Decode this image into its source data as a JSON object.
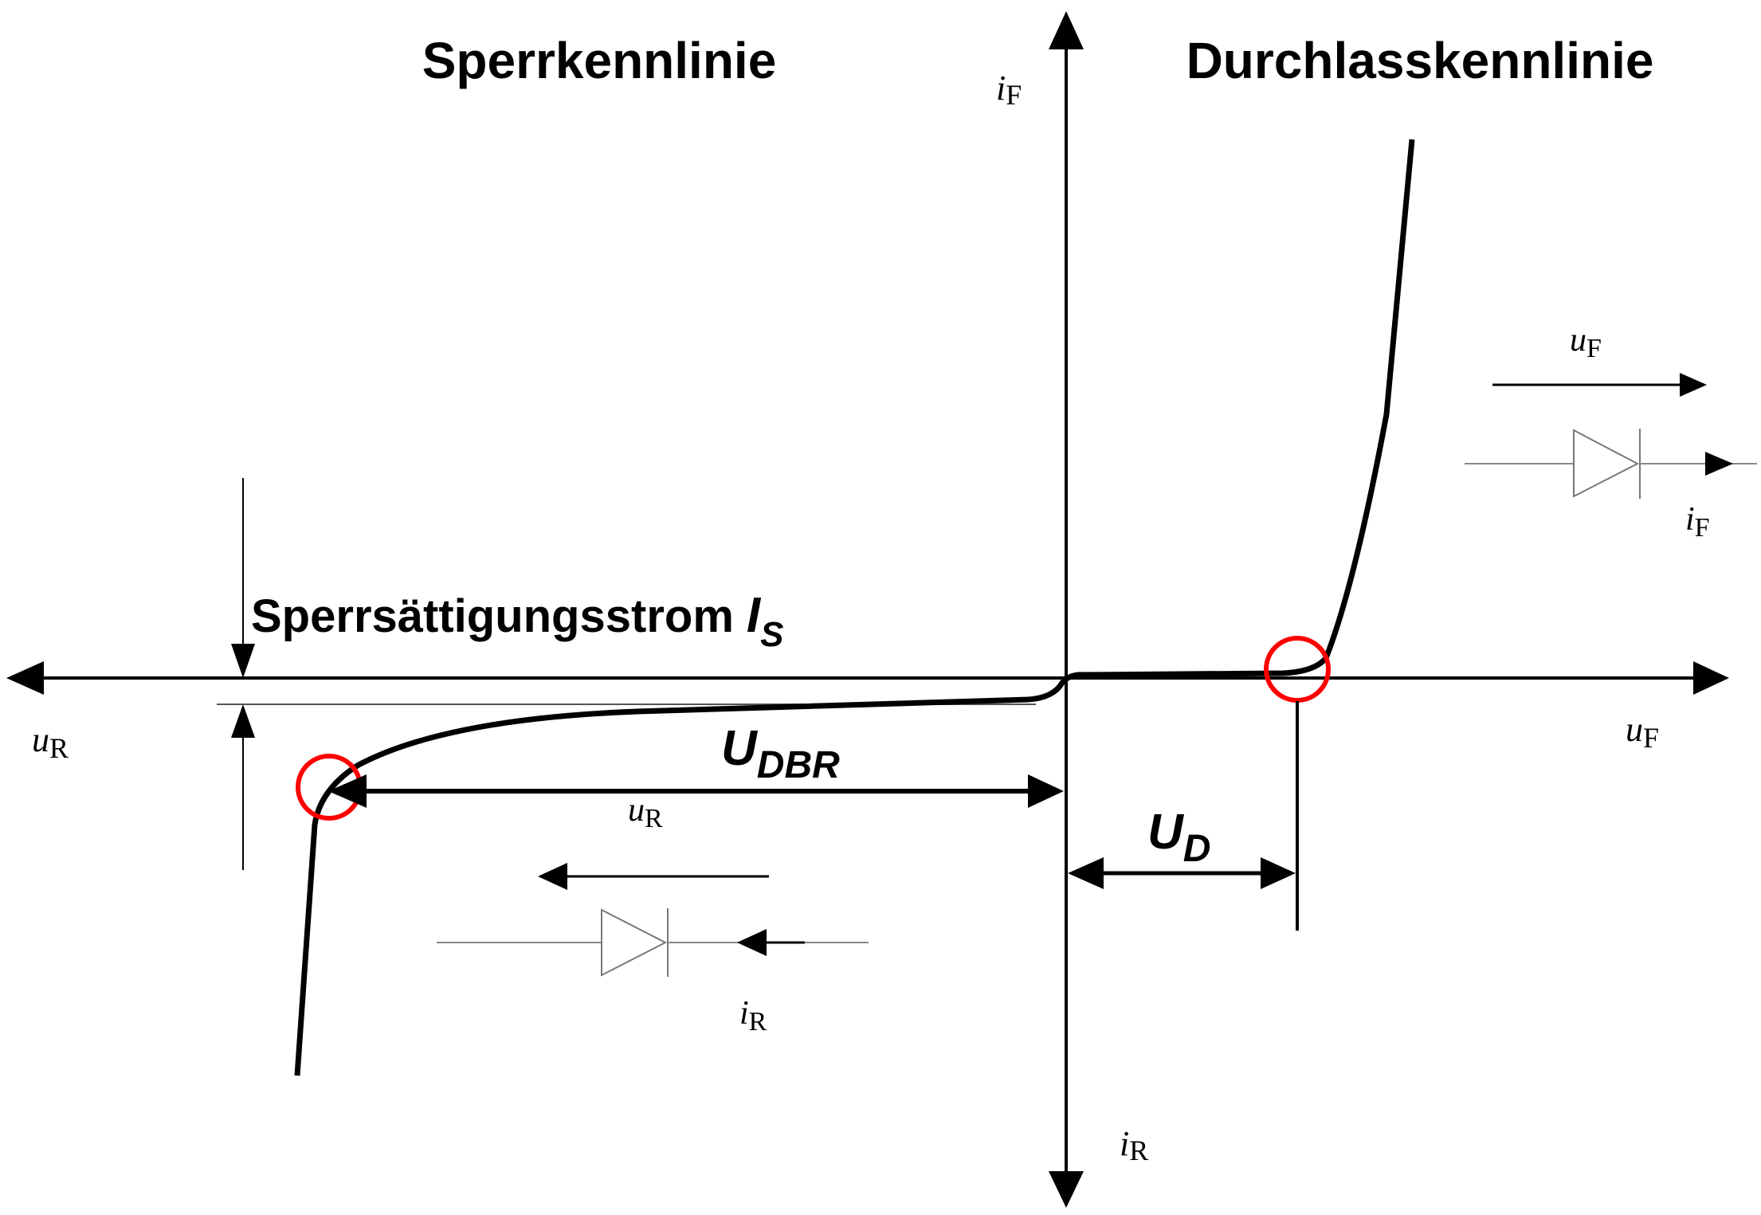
{
  "titles": {
    "reverse": "Sperrkennlinie",
    "forward": "Durchlasskennlinie"
  },
  "annotations": {
    "saturation_label": "Sperrsättigungsstrom",
    "saturation_symbol": "I",
    "saturation_sub": "S",
    "breakdown_symbol": "U",
    "breakdown_sub": "DBR",
    "threshold_symbol": "U",
    "threshold_sub": "D"
  },
  "axes": {
    "i_symbol": "i",
    "u_symbol": "u",
    "forward_sub": "F",
    "reverse_sub": "R"
  },
  "colors": {
    "curve": "#000000",
    "axis": "#000000",
    "marker": "#ff0000",
    "diode": "#777777"
  },
  "icons": {
    "forward_diode": "diode-icon",
    "reverse_diode": "diode-icon"
  }
}
